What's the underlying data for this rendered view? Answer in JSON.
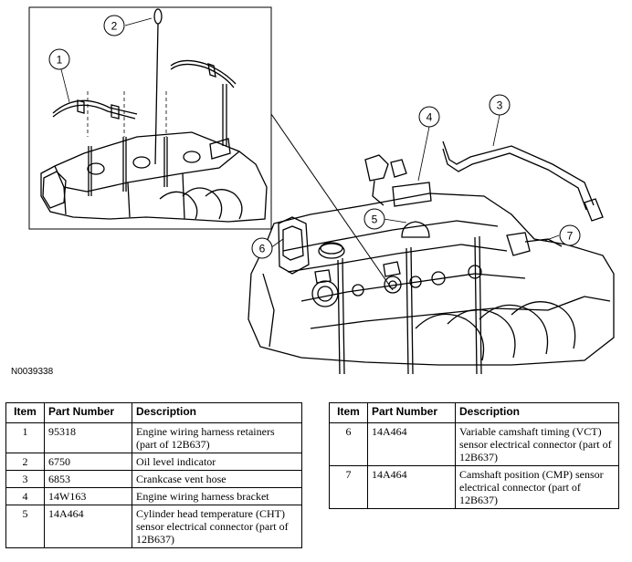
{
  "figure_id": "N0039338",
  "callouts": [
    "1",
    "2",
    "3",
    "4",
    "5",
    "6",
    "7"
  ],
  "table_headers": {
    "item": "Item",
    "part_number": "Part Number",
    "description": "Description"
  },
  "parts_left": [
    {
      "item": "1",
      "part_number": "95318",
      "description": "Engine wiring harness retainers (part of 12B637)"
    },
    {
      "item": "2",
      "part_number": "6750",
      "description": "Oil level indicator"
    },
    {
      "item": "3",
      "part_number": "6853",
      "description": "Crankcase vent hose"
    },
    {
      "item": "4",
      "part_number": "14W163",
      "description": "Engine wiring harness bracket"
    },
    {
      "item": "5",
      "part_number": "14A464",
      "description": "Cylinder head temperature (CHT) sensor electrical connector (part of 12B637)"
    }
  ],
  "parts_right": [
    {
      "item": "6",
      "part_number": "14A464",
      "description": "Variable camshaft timing (VCT) sensor electrical connector (part of 12B637)"
    },
    {
      "item": "7",
      "part_number": "14A464",
      "description": "Camshaft position (CMP) sensor electrical connector (part of 12B637)"
    }
  ]
}
